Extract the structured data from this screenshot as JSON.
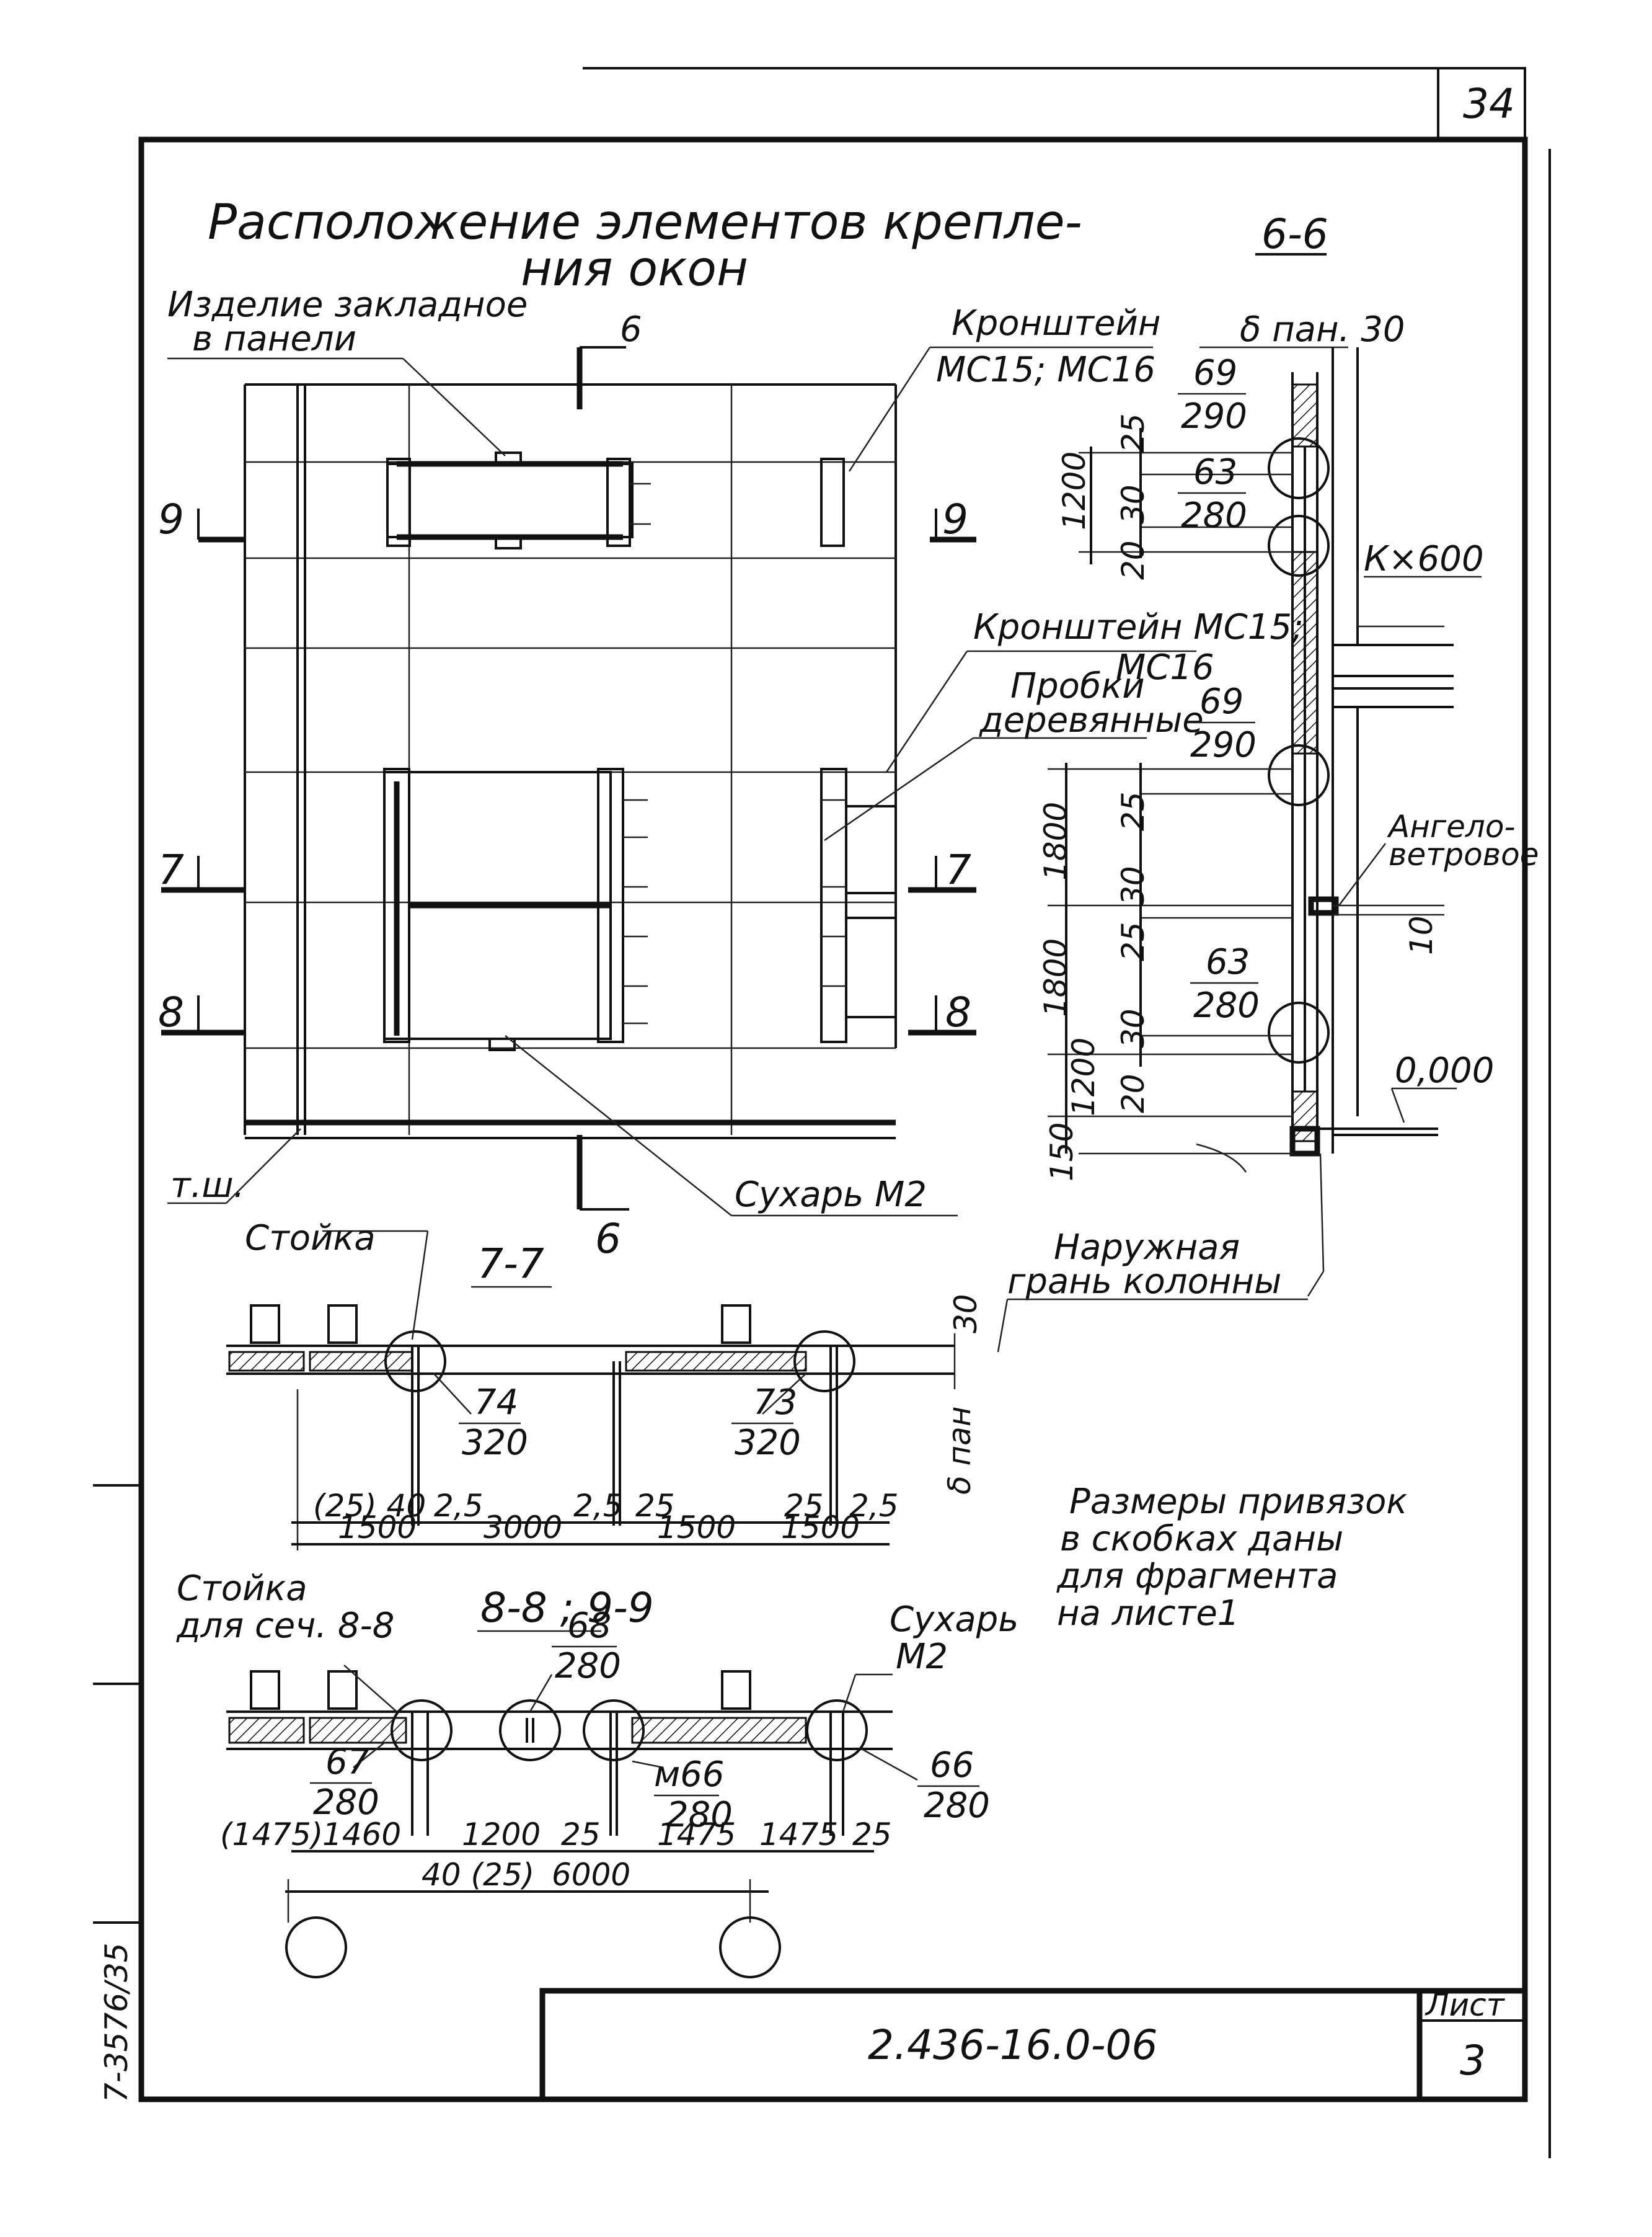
{
  "sheet": {
    "page_number": "34",
    "title_line1": "Расположение элементов крепле-",
    "title_line2": "ния окон",
    "doc_code": "2.436-16.0-06",
    "sheet_label": "Лист",
    "sheet_number": "3",
    "side_stamp": "7-3576/35"
  },
  "elevation": {
    "embed_label_1": "Изделие закладное",
    "embed_label_2": "в панели",
    "bracket_label_1": "Кронштейн",
    "bracket_label_2": "МС15; МС16",
    "bracket2_label_1": "Кронштейн МС15;",
    "bracket2_label_2": "МС16",
    "plugs_label_1": "Пробки",
    "plugs_label_2": "деревянные",
    "cracker_label": "Сухарь М2",
    "cut_6_top": "6",
    "cut_6_bottom": "6",
    "cut_9": "9",
    "cut_7": "7",
    "cut_8": "8",
    "tsh_label": "т.ш."
  },
  "section_6_6": {
    "title": "6-6",
    "panel_label": "δ пан. 30",
    "mark_69a_top": "69",
    "mark_69a_bot": "290",
    "mark_63a_top": "63",
    "mark_63a_bot": "280",
    "mark_69b_top": "69",
    "mark_69b_bot": "290",
    "mark_63b_top": "63",
    "mark_63b_bot": "280",
    "dims": [
      "25",
      "1200",
      "30",
      "20",
      "25",
      "1800",
      "30",
      "25",
      "1800",
      "30",
      "20",
      "1200",
      "150"
    ],
    "kx600": "К×600",
    "ankle_label_1": "Ангело-",
    "ankle_label_2": "ветровое",
    "dim_10": "10",
    "level_zero": "0,000",
    "outer_face_1": "Наружная",
    "outer_face_2": "грань колонны"
  },
  "section_7_7": {
    "title": "7-7",
    "post_label": "Стойка",
    "mark_74_top": "74",
    "mark_74_bot": "320",
    "mark_73_top": "73",
    "mark_73_bot": "320",
    "dim_30": "30",
    "panel_label": "δ пан",
    "dims_top": [
      "(25) 40",
      "2,5",
      "2,5",
      "25",
      "25",
      "2,5"
    ],
    "dims_bottom": [
      "1500",
      "3000",
      "1500",
      "1500"
    ]
  },
  "section_8_9": {
    "title": "8-8 ; 9-9",
    "post_label_1": "Стойка",
    "post_label_2": "для сеч. 8-8",
    "mark_68_top": "68",
    "mark_68_bot": "280",
    "cracker_1": "Сухарь",
    "cracker_2": "М2",
    "mark_67_top": "67",
    "mark_67_bot": "280",
    "mark_m66_top": "м66",
    "mark_m66_bot": "280",
    "mark_66_top": "66",
    "mark_66_bot": "280",
    "dims_top": [
      "(1475)",
      "1460",
      "1200",
      "25",
      "1475",
      "1475",
      "25"
    ],
    "dims_bottom": [
      "40 (25)",
      "6000"
    ]
  },
  "note": {
    "line1": "Размеры привязок",
    "line2": "в скобках даны",
    "line3": "для фрагмента",
    "line4": "на листе1"
  }
}
